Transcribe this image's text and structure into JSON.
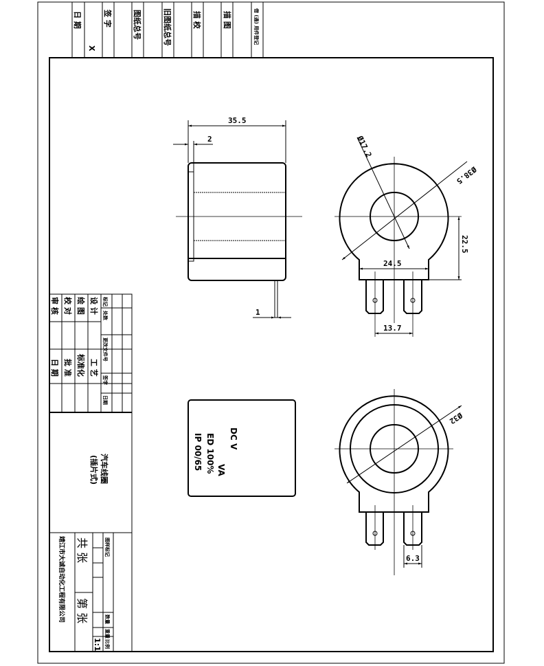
{
  "top_strip": {
    "date": "日 期",
    "x_mark": "X",
    "signature": "签 字",
    "drawing_no": "图纸总号",
    "old_drawing_no": "旧图纸总号",
    "trace_check": "描 校",
    "trace": "描 图",
    "registry": "借 (通) 用件登记"
  },
  "title_block": {
    "rows_left": [
      "审 核",
      "校 对",
      "绘 图",
      "设 计"
    ],
    "rows_right": [
      "日 期",
      "批 准",
      "标准化",
      "工 艺"
    ],
    "rev_headers": [
      "标记",
      "处数",
      "更改文件号",
      "签字",
      "日期"
    ],
    "title_line1": "汽车线圈",
    "title_line2": "(插片式)",
    "company": "靖江市大诚自动化工程有限公司",
    "sheets_total": "共    张",
    "sheet_no": "第    张",
    "meta_headers": [
      "图样标记",
      "数量",
      "重量",
      "比例"
    ],
    "scale": "1:1"
  },
  "nameplate": {
    "line1": "DC      V",
    "line2": "VA",
    "line3": "ED  100%",
    "line4": "IP  00/65"
  },
  "dimensions": {
    "side_length": "35.5",
    "flange": "2",
    "pin": "1",
    "bore_dia": "Ø17.2",
    "outer_dia": "Ø38.5",
    "center_height": "22.5",
    "base_width": "24.5",
    "pin_spacing": "13.7",
    "coil_dia": "Ø32",
    "tab_width": "6.3"
  }
}
